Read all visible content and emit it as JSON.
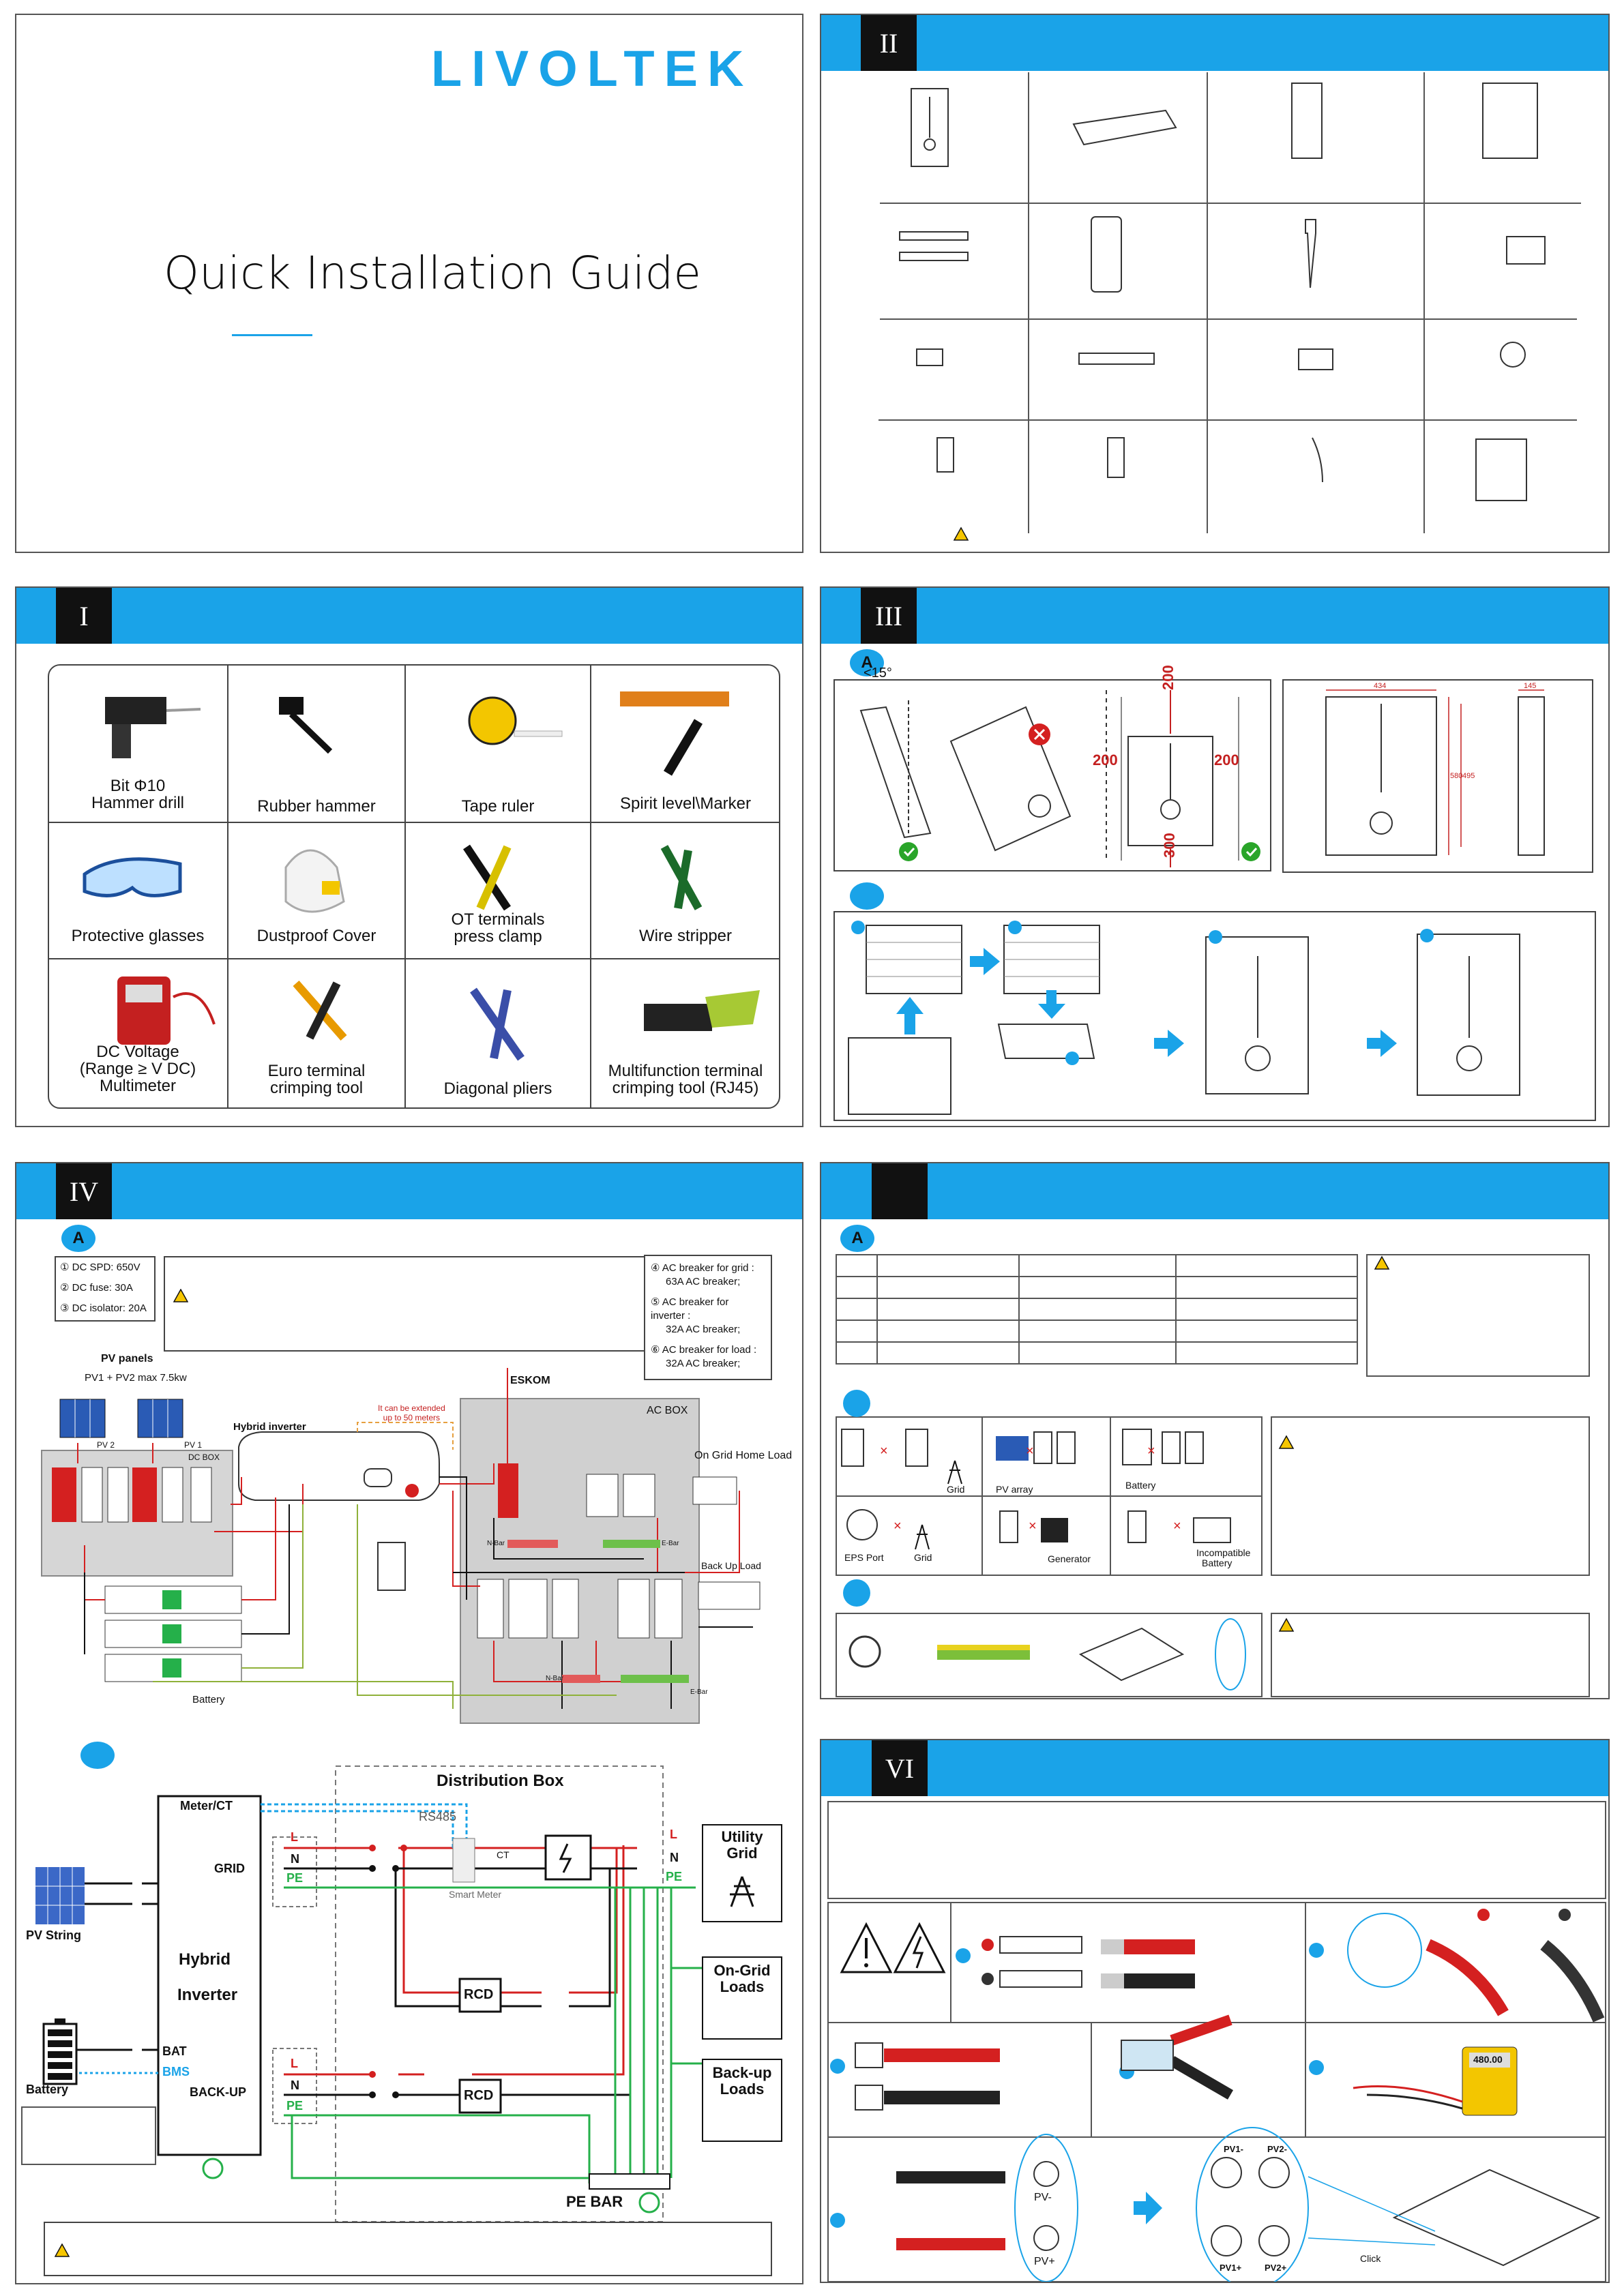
{
  "cover": {
    "brand": "LIVOLTEK",
    "title": "Quick Installation Guide",
    "brand_color": "#1aa3e8"
  },
  "sections": {
    "s1": "I",
    "s2": "II",
    "s3": "III",
    "s4": "IV",
    "s6": "VI"
  },
  "tools": [
    {
      "label": "Bit Φ10\nHammer drill"
    },
    {
      "label": "Rubber hammer"
    },
    {
      "label": "Tape ruler"
    },
    {
      "label": "Spirit level\\Marker"
    },
    {
      "label": "Protective glasses"
    },
    {
      "label": "Dustproof Cover"
    },
    {
      "label": "OT terminals\npress clamp"
    },
    {
      "label": "Wire stripper"
    },
    {
      "label": "DC Voltage\n(Range ≥          V DC)\nMultimeter"
    },
    {
      "label": "Euro terminal\ncrimping tool"
    },
    {
      "label": "Diagonal pliers"
    },
    {
      "label": "Multifunction terminal\ncrimping tool (RJ45)"
    }
  ],
  "mounting": {
    "dot_a": "A",
    "tilt": "<15°",
    "clear_top": "200",
    "clear_left": "200",
    "clear_right": "200",
    "clear_bottom": "300",
    "dim_width": "434",
    "dim_depth": "145",
    "dim_h1": "580",
    "dim_h2": "495"
  },
  "wiring": {
    "dot_a": "A",
    "spec1": "① DC SPD: 650V",
    "spec2": "② DC fuse: 30A",
    "spec3": "③ DC isolator: 20A",
    "spec4a": "④ AC breaker for grid :",
    "spec4b": "63A AC breaker;",
    "spec5a": "⑤ AC breaker for inverter :",
    "spec5b": "32A AC breaker;",
    "spec6a": "⑥ AC breaker for load :",
    "spec6b": "32A AC breaker;",
    "pv_panels": "PV panels",
    "pv_max": "PV1 + PV2 max 7.5kw",
    "pv2": "PV 2",
    "pv1": "PV 1",
    "dcbox": "DC BOX",
    "hybrid_inv": "Hybrid inverter",
    "extend1": "It can be extended",
    "extend2": "up to 50 meters",
    "eskom": "ESKOM",
    "acbox": "AC BOX",
    "ongrid_home": "On Grid Home Load",
    "backup_load": "Back Up Load",
    "battery": "Battery",
    "nbar": "N-Bar",
    "ebar": "E-Bar"
  },
  "schematic": {
    "distribution_box": "Distribution Box",
    "meter_ct": "Meter/CT",
    "grid": "GRID",
    "hybrid": "Hybrid",
    "inverter": "Inverter",
    "bat": "BAT",
    "bms": "BMS",
    "backup": "BACK-UP",
    "pv_string": "PV String",
    "battery": "Battery",
    "rs485": "RS485",
    "ct": "CT",
    "smart_meter": "Smart Meter",
    "L": "L",
    "N": "N",
    "PE": "PE",
    "rcd": "RCD",
    "utility1": "Utility",
    "utility2": "Grid",
    "ongrid1": "On-Grid",
    "ongrid2": "Loads",
    "backup1": "Back-up",
    "backup2": "Loads",
    "pe_bar": "PE BAR"
  },
  "section5": {
    "dot_a": "A",
    "grid": "Grid",
    "pv_array": "PV array",
    "battery": "Battery",
    "eps_port": "EPS Port",
    "grid2": "Grid",
    "generator": "Generator",
    "incompatible1": "Incompatible",
    "incompatible2": "Battery"
  },
  "section6": {
    "pv_minus": "PV-",
    "pv_plus": "PV+",
    "pv1m": "PV1-",
    "pv2m": "PV2-",
    "pv1p": "PV1+",
    "pv2p": "PV2+",
    "click": "Click",
    "meter_reading": "480.00"
  }
}
